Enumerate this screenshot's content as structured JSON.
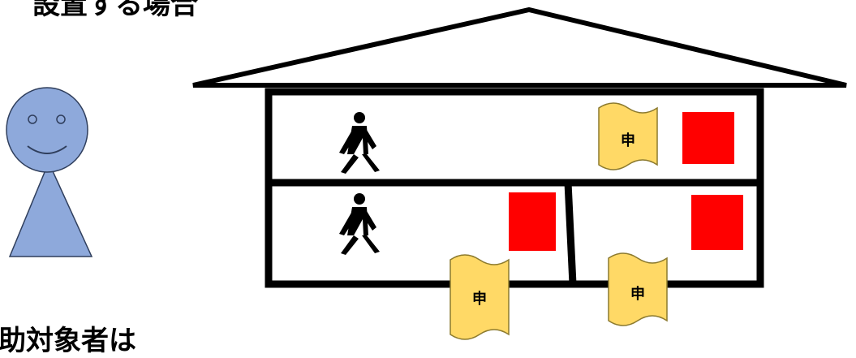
{
  "title_top": "設置する場合",
  "caption_bottom": "助対象者は",
  "document_label": "申",
  "colors": {
    "person_fill": "#8EA9DB",
    "person_stroke": "#2F3E5C",
    "document_fill": "#FFD966",
    "document_stroke": "#8C7A2E",
    "detector_red": "#FF0000",
    "wall_black": "#000000"
  },
  "icons": [
    "person-icon",
    "walking-person-icon",
    "document-icon",
    "fire-alarm-icon"
  ]
}
